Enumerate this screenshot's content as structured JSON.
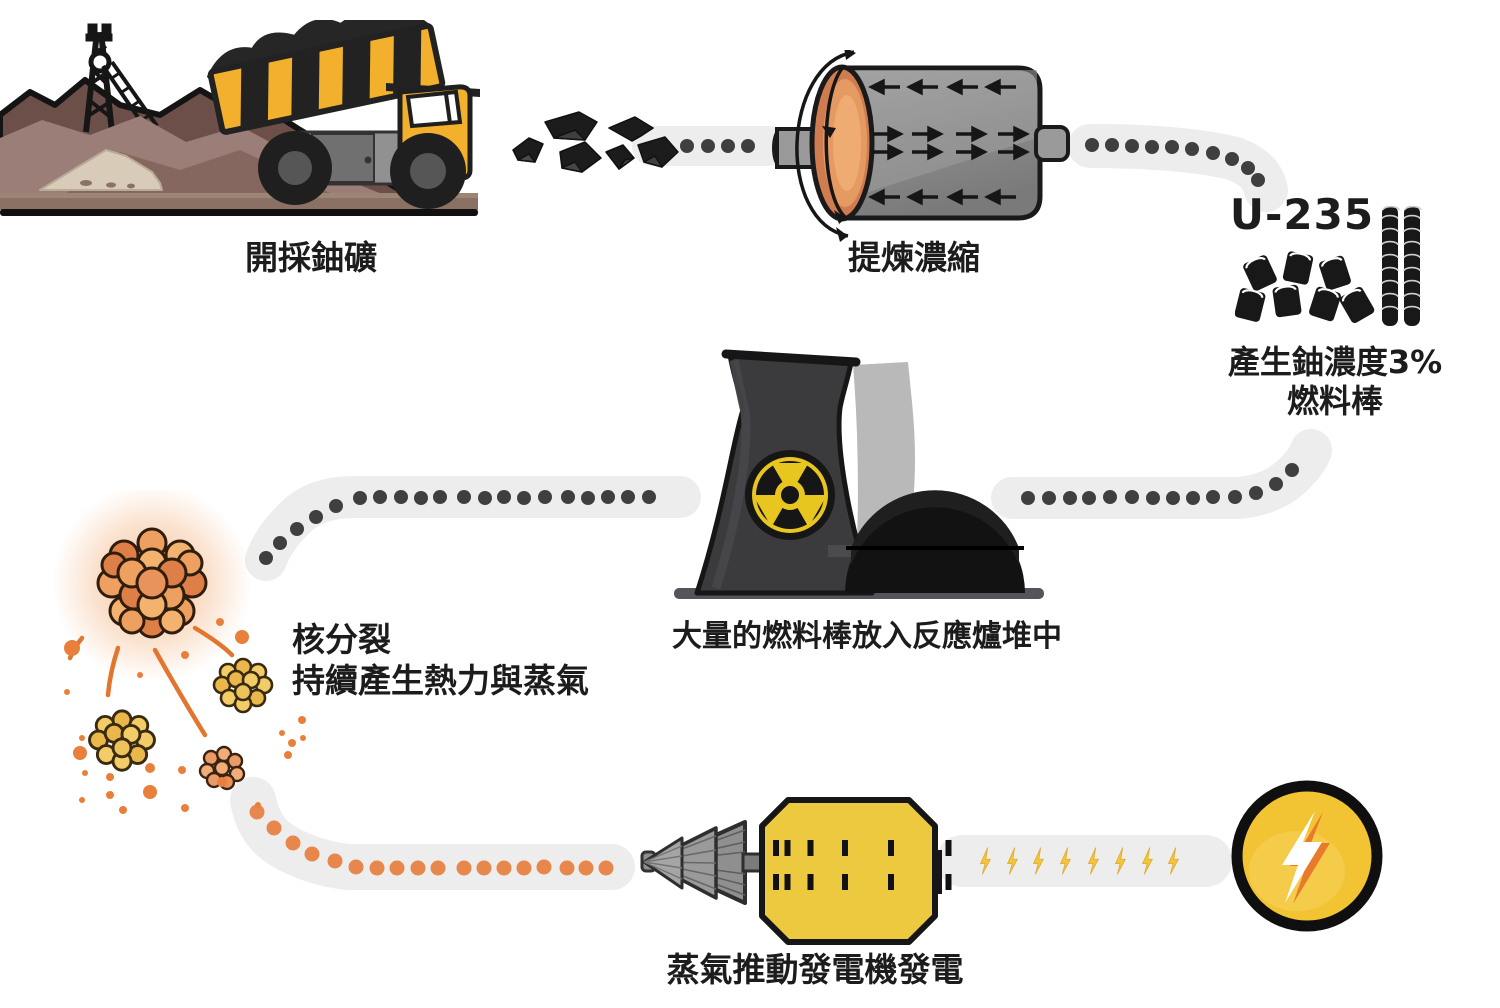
{
  "stages": {
    "mining": {
      "label": "開採鈾礦"
    },
    "enrichment": {
      "label": "提煉濃縮"
    },
    "fuel_rods": {
      "isotope": "U-235",
      "label_line1": "產生鈾濃度3%",
      "label_line2": "燃料棒"
    },
    "reactor": {
      "label": "大量的燃料棒放入反應爐堆中"
    },
    "fission": {
      "label_line1": "核分裂",
      "label_line2": "持續產生熱力與蒸氣"
    },
    "generator": {
      "label": "蒸氣推動發電機發電"
    }
  },
  "colors": {
    "background": "#ffffff",
    "text": "#1c1c1c",
    "flow_band": "#ededed",
    "flow_dot_dark": "#3f3f3f",
    "flow_dot_orange": "#e8874b",
    "lightning_yellow": "#f2c53a",
    "generator_yellow": "#edc93f",
    "radiation_yellow": "#e9c520",
    "truck_yellow": "#f2b02c",
    "centrifuge_gray": "#8f8f8f",
    "centrifuge_cap_orange": "#d8845a",
    "fission_orange": "#e2854e",
    "fission_fragment_yellow": "#f2cc66",
    "mountain_dark": "#6d4f49",
    "mountain_light": "#9b7e77",
    "electricity_circle_yellow": "#f2c434"
  }
}
